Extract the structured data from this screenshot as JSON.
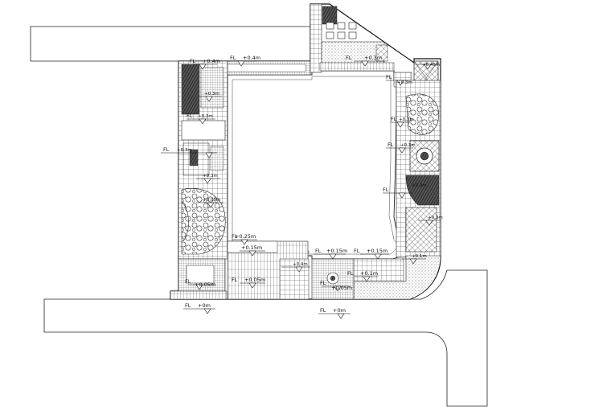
{
  "levels": {
    "fl": "FL",
    "top_left": "+0.4m",
    "top_right": "+0.3m",
    "top_corner": "+0.45m",
    "left_1": "+0.4m",
    "left_2": "+0.3m",
    "left_3": "+0.3m",
    "left_4": "+0.3m",
    "left_5": "+0.3m",
    "left_6": "+0.05m",
    "right_1": "+0.3m",
    "right_2": "+0.3m",
    "right_3": "+0.3m",
    "right_4": "+0.3m",
    "right_5": "+0.3m",
    "mid_a": "+0.25m",
    "mid_b": "+0.15m",
    "mid_c": "+0.05m",
    "mid_d": "+0.4m",
    "bot_a": "+0.15m",
    "bot_b": "+0.15m",
    "bot_c": "+0.1m",
    "bot_d": "+0.05m",
    "bot_e": "+0.1m",
    "ground_left": "+0m",
    "ground_mid": "+0m"
  }
}
